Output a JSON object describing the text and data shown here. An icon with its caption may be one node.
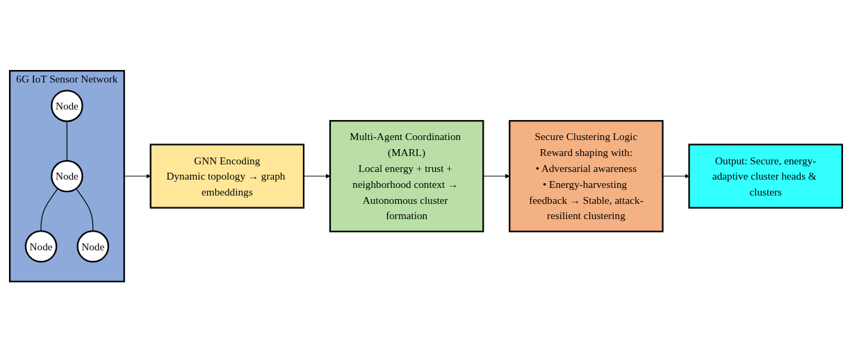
{
  "diagram": {
    "nodes": [
      {
        "text": [
          "6G IoT Sensor Network"
        ]
      },
      {
        "text": [
          "Node"
        ],
        "in": 0
      },
      {
        "text": [
          "Node"
        ],
        "in": 0
      },
      {
        "text": [
          "Node"
        ],
        "in": 0
      },
      {
        "text": [
          "Node"
        ],
        "in": 0
      },
      {
        "text": [
          "GNN Encoding",
          "Dynamic topology → graph embeddings"
        ]
      },
      {
        "text": [
          "Multi-Agent Coordination (MARL)",
          "Local energy + trust + neighborhood context → Autonomous cluster formation"
        ]
      },
      {
        "text": [
          "Secure Clustering Logic",
          "Reward shaping with:",
          "• Adversarial awareness",
          "• Energy-harvesting feedback → Stable, attack-resilient clustering"
        ]
      },
      {
        "text": [
          "Output: Secure, energy-adaptive cluster heads & clusters"
        ]
      }
    ],
    "edges": [
      {
        "from": 1,
        "to": 2,
        "arrow": "none"
      },
      {
        "from": 2,
        "to": 3,
        "arrow": "none"
      },
      {
        "from": 2,
        "to": 4,
        "arrow": "none"
      },
      {
        "from": 0,
        "to": 5,
        "arrow": "to"
      },
      {
        "from": 5,
        "to": 6,
        "arrow": "to"
      },
      {
        "from": 6,
        "to": 7,
        "arrow": "to"
      },
      {
        "from": 7,
        "to": 8,
        "arrow": "to"
      }
    ]
  }
}
